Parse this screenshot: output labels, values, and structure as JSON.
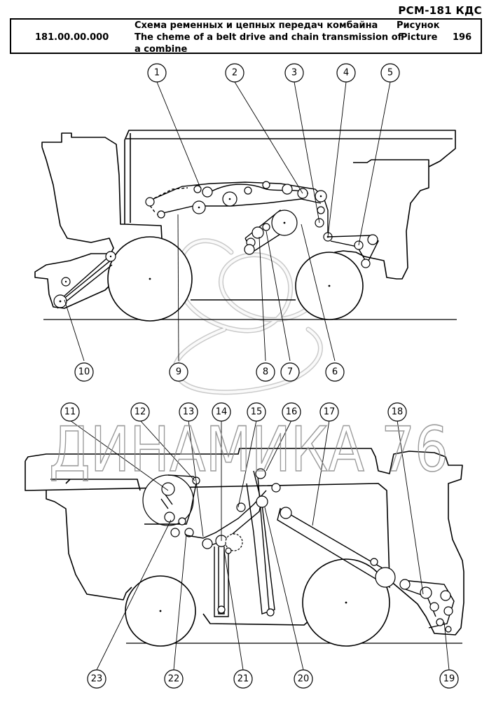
{
  "header": {
    "model_code": "РСМ-181 КДС",
    "doc_number": "181.00.00.000",
    "title_ru": "Схема ременных и цепных передач комбайна",
    "title_en_line1": "The cheme of a belt drive and chain transmission of",
    "title_en_line2": "a combine",
    "picture_label_ru": "Рисунок",
    "picture_label_en": "Picture",
    "picture_number": "196"
  },
  "watermark": {
    "text": "ДИНАМИКА 76"
  },
  "callouts": {
    "top_view": [
      "1",
      "2",
      "3",
      "4",
      "5",
      "10",
      "9",
      "8",
      "7",
      "6"
    ],
    "bottom_view": [
      "11",
      "12",
      "13",
      "14",
      "15",
      "16",
      "17",
      "18",
      "23",
      "22",
      "21",
      "20",
      "19"
    ]
  },
  "colors": {
    "line": "#000000",
    "watermark": "#8a8a8a",
    "background": "#ffffff"
  }
}
